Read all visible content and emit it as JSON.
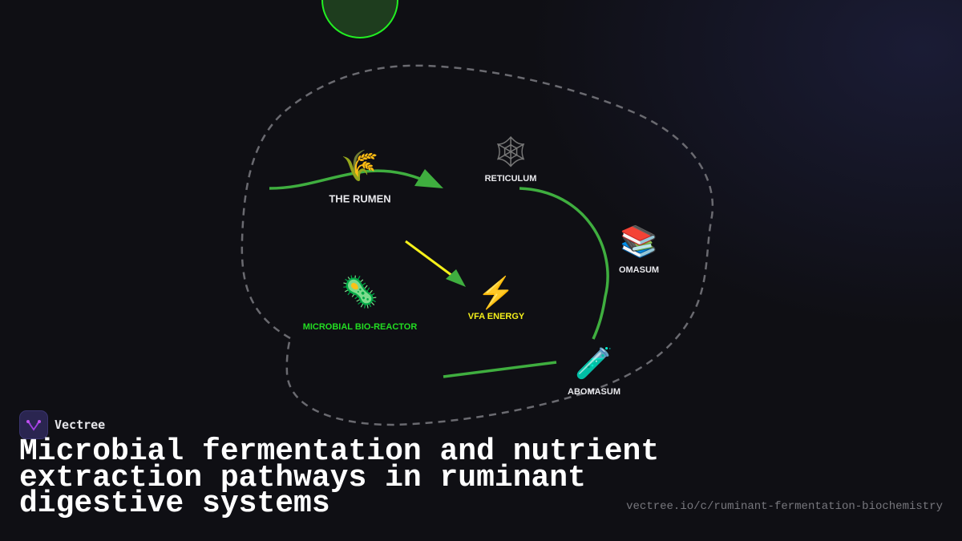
{
  "diagram": {
    "nodes": [
      {
        "id": "rumen",
        "label": "THE RUMEN",
        "icon": "sheaf-of-rice-icon",
        "glyph": "🌾",
        "color": "#e8e8ec"
      },
      {
        "id": "reticulum",
        "label": "RETICULUM",
        "icon": "spider-web-icon",
        "glyph": "🕸",
        "color": "#e8e8ec"
      },
      {
        "id": "omasum",
        "label": "OMASUM",
        "icon": "books-icon",
        "glyph": "📚",
        "color": "#e8e8ec"
      },
      {
        "id": "abomasum",
        "label": "ABOMASUM",
        "icon": "test-tube-icon",
        "glyph": "🧪",
        "color": "#e8e8ec"
      },
      {
        "id": "microbial",
        "label": "MICROBIAL BIO-REACTOR",
        "icon": "microbe-icon",
        "glyph": "🦠",
        "color": "#22dd22"
      },
      {
        "id": "vfa",
        "label": "VFA ENERGY",
        "icon": "lightning-icon",
        "glyph": "⚡",
        "color": "#f5f01a"
      }
    ],
    "colors": {
      "flow": "#3fae3f",
      "energy": "#f5f01a",
      "boundary": "#6a6a70",
      "top_circle_fill": "#1e3d1e",
      "top_circle_stroke": "#22ee22"
    }
  },
  "brand": {
    "name": "Vectree",
    "logo": "vectree-logo-icon"
  },
  "title": "Microbial fermentation and nutrient extraction pathways in ruminant digestive systems",
  "url": "vectree.io/c/ruminant-fermentation-biochemistry"
}
